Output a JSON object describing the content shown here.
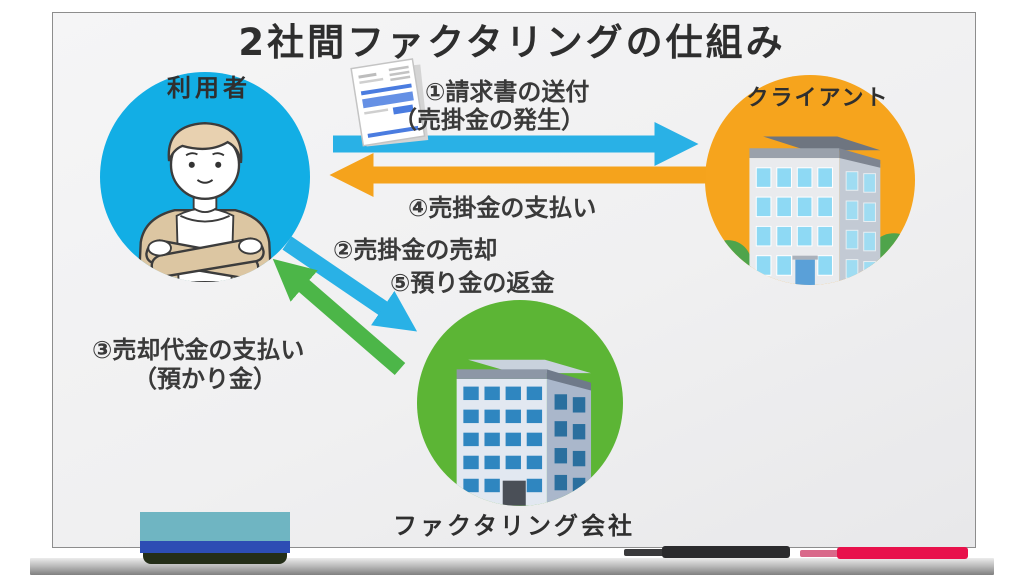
{
  "title": "2社間ファクタリングの仕組み",
  "nodes": {
    "user": {
      "label": "利用者"
    },
    "client": {
      "label": "クライアント"
    },
    "factoring": {
      "label": "ファクタリング会社"
    }
  },
  "steps": {
    "step1_line1": "①請求書の送付",
    "step1_line2": "（売掛金の発生）",
    "step2": "②売掛金の売却",
    "step3_line1": "③売却代金の支払い",
    "step3_line2": "（預かり金）",
    "step4": "④売掛金の支払い",
    "step5": "⑤預り金の返金"
  },
  "icons": {
    "invoice": "invoice-document-icon"
  },
  "colors": {
    "user_circle": "#12aee5",
    "client_circle": "#f6a41d",
    "factoring_circle": "#5cb535",
    "arrow_blue": "#29b1e6",
    "arrow_orange": "#f5a31c",
    "arrow_green": "#4cb648",
    "text": "#333333",
    "board_surface": "#f0f0f1",
    "board_frame": "#a8a8a8"
  }
}
